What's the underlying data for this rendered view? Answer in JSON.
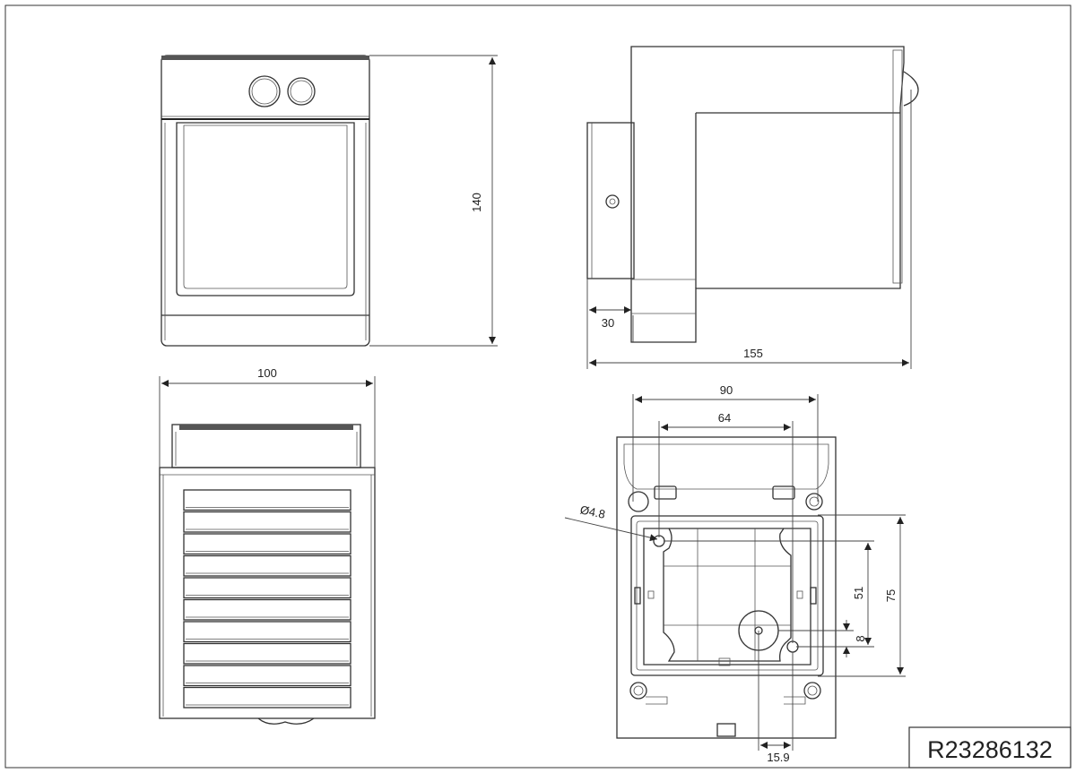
{
  "drawing": {
    "id": "R23286132",
    "dimensions": {
      "height_front": "140",
      "width_bottom": "100",
      "depth_side": "155",
      "wall_offset": "30",
      "hole_spacing_outer": "90",
      "hole_spacing_inner": "64",
      "hole_diameter": "Ø4.8",
      "vertical_75": "75",
      "vertical_51": "51",
      "vertical_8": "8",
      "offset_15_9": "15.9"
    },
    "views": [
      "front-view",
      "side-view",
      "bottom-view",
      "back-mounting-view"
    ]
  },
  "colors": {
    "line": "#333333",
    "housing_band": "#555555",
    "background": "#ffffff"
  }
}
